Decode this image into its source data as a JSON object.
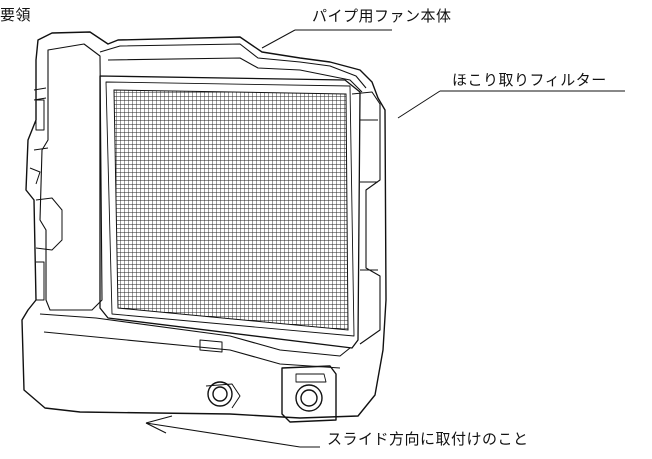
{
  "labels": {
    "title_fragment": "要領",
    "fan_body": "パイプ用ファン本体",
    "dust_filter": "ほこり取りフィルター",
    "slide_instruction": "スライド方向に取付けのこと"
  }
}
